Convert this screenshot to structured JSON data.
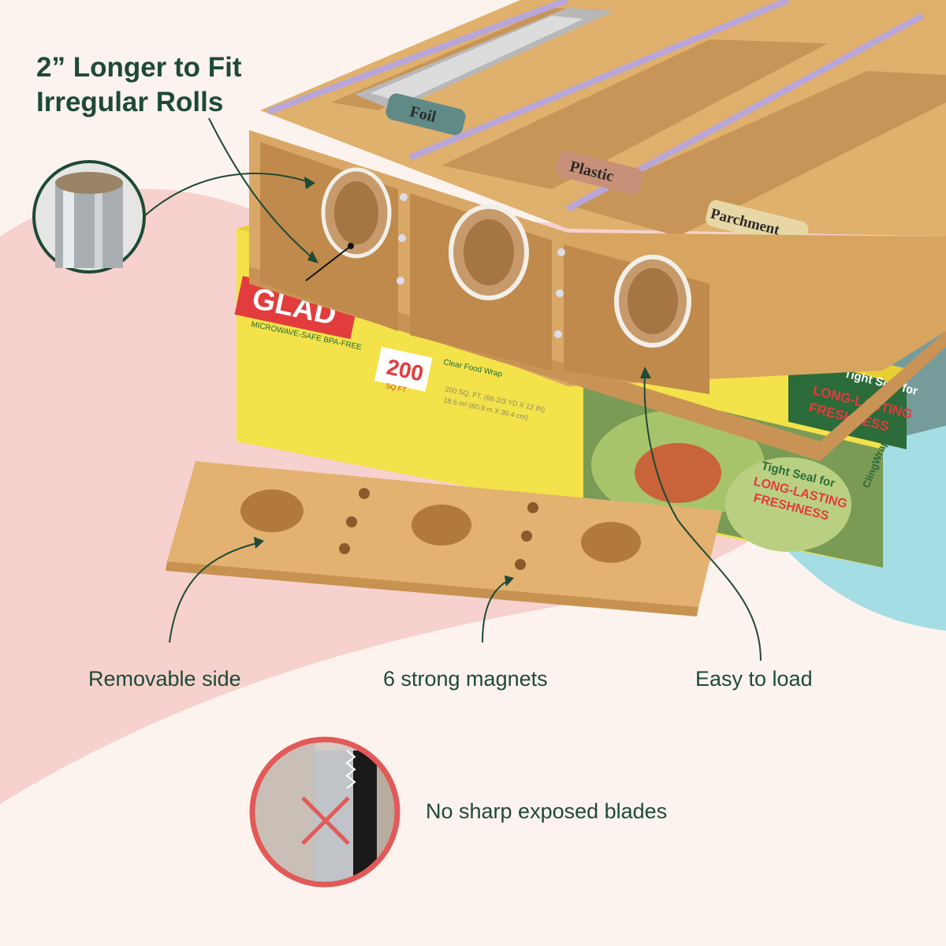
{
  "headline": {
    "line1": "2” Longer to Fit",
    "line2": "Irregular Rolls"
  },
  "captions": {
    "removable_side": "Removable side",
    "magnets": "6 strong magnets",
    "easy_load": "Easy to load",
    "no_blades": "No sharp exposed blades"
  },
  "dispenser_labels": {
    "foil": "Foil",
    "plastic": "Plastic",
    "parchment": "Parchment"
  },
  "glad_box": {
    "brand": "GLAD",
    "claims": "MICROWAVE-SAFE  BPA-FREE",
    "size": "200",
    "size_unit": "SQ FT",
    "product": "Clear Food Wrap",
    "dims": "200 SQ. FT. (66-2/3 YD X 12 IN)",
    "dims_metric": "18.5 m² (60.9 m X 30.4 cm)",
    "seal_line1": "Tight Seal for",
    "seal_line2": "LONG-LASTING",
    "seal_line3": "FRESHNESS",
    "cling_wrap": "ClingWrap"
  },
  "colors": {
    "text_green": "#1e4a36",
    "bg_cream": "#fdf3ee",
    "bg_pink": "#f6d1ce",
    "bg_teal": "#a4dde3",
    "accent_red": "#e25a58",
    "bamboo": "#d9a867"
  }
}
